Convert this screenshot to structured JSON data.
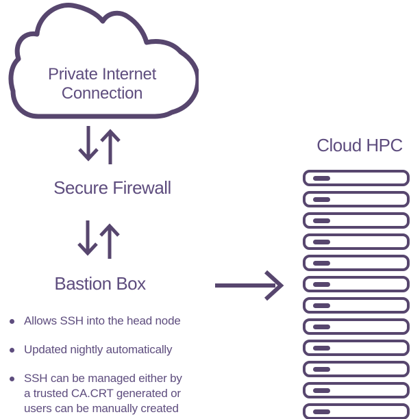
{
  "colors": {
    "stroke": "#57466e",
    "text": "#5e4d7e",
    "background": "#ffffff"
  },
  "cloud": {
    "label": "Private Internet\nConnection"
  },
  "flow": {
    "firewall_label": "Secure Firewall",
    "bastion_label": "Bastion Box"
  },
  "bullets": [
    "Allows SSH into the head node",
    "Updated nightly automatically",
    "SSH can be managed either by\na trusted CA.CRT generated or\nusers can be manually created"
  ],
  "hpc": {
    "title": "Cloud HPC",
    "server_count": 12
  }
}
